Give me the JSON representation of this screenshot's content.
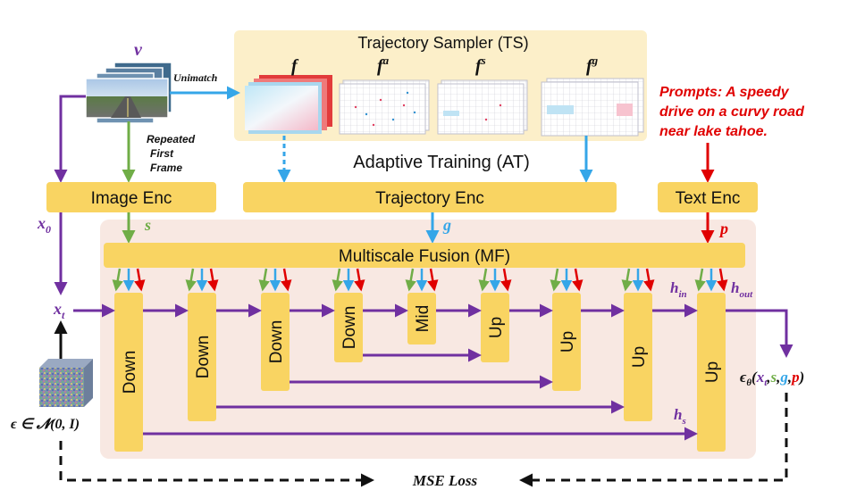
{
  "symbols": {
    "v": "v",
    "f": "f",
    "fa_base": "f",
    "fa_sup": "a",
    "fs_base": "f",
    "fs_sup": "s",
    "fg_base": "f",
    "fg_sup": "g",
    "x0_base": "x",
    "x0_sub": "0",
    "xt_base": "x",
    "xt_sub": "t",
    "s": "s",
    "g": "g",
    "p": "p",
    "hin_base": "h",
    "hin_sub": "in",
    "hout_base": "h",
    "hout_sub": "out",
    "hs_base": "h",
    "hs_sub": "s",
    "eps_label": "ϵ ∈ 𝓝(0, I)",
    "output_eps": "ϵ",
    "output_sub": "θ",
    "output_open": "(",
    "output_xt": "x",
    "output_xt_sub": "t",
    "comma": ",",
    "output_s": "s",
    "output_g": "g",
    "output_p": "p",
    "output_close": ")"
  },
  "labels": {
    "trajectory_sampler": "Trajectory Sampler (TS)",
    "adaptive_training": "Adaptive Training (AT)",
    "unimatch": "Unimatch",
    "repeated_line1": "Repeated",
    "repeated_line2": "First",
    "repeated_line3": "Frame",
    "prompt_line1": "Prompts: A speedy",
    "prompt_line2": "drive on a curvy road",
    "prompt_line3": "near lake tahoe.",
    "mse_loss": "MSE Loss"
  },
  "blocks": {
    "image_enc": "Image Enc",
    "trajectory_enc": "Trajectory Enc",
    "text_enc": "Text Enc",
    "multiscale_fusion": "Multiscale Fusion (MF)",
    "unet": [
      "Down",
      "Down",
      "Down",
      "Down",
      "Mid",
      "Up",
      "Up",
      "Up",
      "Up"
    ]
  },
  "colors": {
    "block": "#f9d462",
    "ts_bg": "#fcefc9",
    "main_bg": "#f8e8e2",
    "purple": "#7030a0",
    "green": "#70ad47",
    "blue": "#35a6e8",
    "red": "#e00000",
    "black": "#111111"
  }
}
